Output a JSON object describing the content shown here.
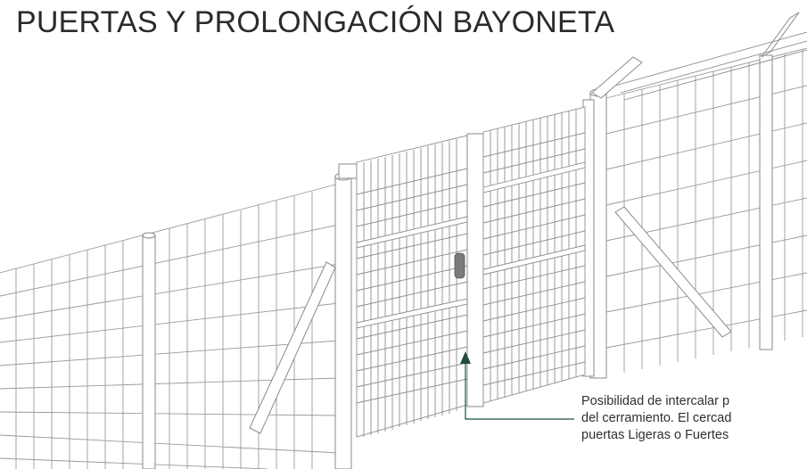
{
  "document": {
    "title": "PUERTAS Y PROLONGACIÓN BAYONETA",
    "caption_lines": [
      "Posibilidad de intercalar p",
      "del cerramiento. El cercad",
      "puertas Ligeras o Fuertes"
    ]
  },
  "colors": {
    "line_art": "#8f8f8f",
    "callout": "#1f4d3a",
    "text": "#2b2b2b"
  }
}
